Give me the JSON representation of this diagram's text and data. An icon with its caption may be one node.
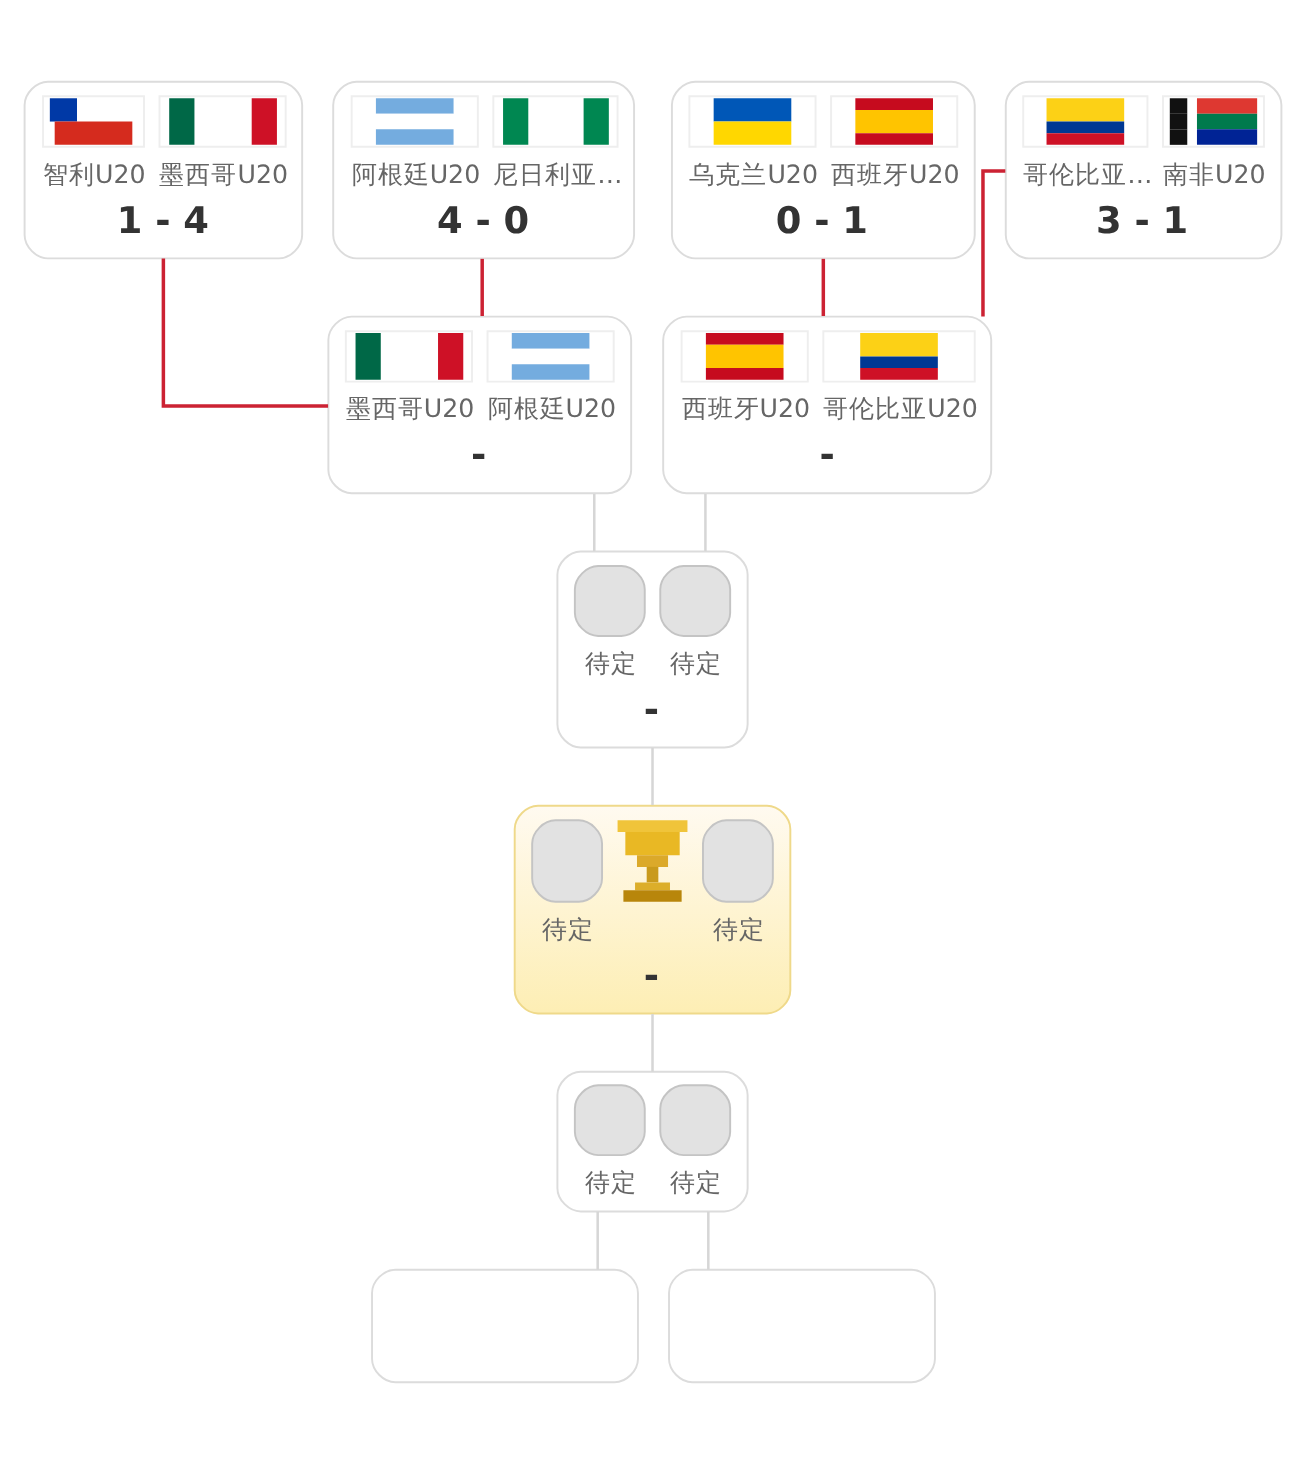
{
  "diagram": {
    "nodes": [
      {
        "text": [
          "智利U20",
          "墨西哥U20",
          "1 - 4"
        ]
      },
      {
        "text": [
          "阿根廷U20",
          "尼日利亚…",
          "4 - 0"
        ]
      },
      {
        "text": [
          "乌克兰U20",
          "西班牙U20",
          "0 - 1"
        ]
      },
      {
        "text": [
          "哥伦比亚…",
          "南非U20",
          "3 - 1"
        ]
      },
      {
        "text": [
          "墨西哥U20",
          "阿根廷U20",
          "-"
        ]
      },
      {
        "text": [
          "西班牙U20",
          "哥伦比亚U20",
          "-"
        ]
      },
      {
        "text": [
          "待定",
          "待定",
          "-"
        ]
      },
      {
        "text": [
          "待定",
          "待定",
          "-"
        ]
      },
      {
        "text": [
          "待定",
          "待定"
        ]
      },
      {
        "text": [],
        "shape": "box"
      },
      {
        "text": [],
        "shape": "box"
      }
    ],
    "edges": [
      {
        "from": 0,
        "to": 4,
        "arrow": "none",
        "color": "#cc2233"
      },
      {
        "from": 1,
        "to": 4,
        "arrow": "none",
        "color": "#cc2233"
      },
      {
        "from": 2,
        "to": 5,
        "arrow": "none",
        "color": "#cc2233"
      },
      {
        "from": 3,
        "to": 5,
        "arrow": "none",
        "color": "#cc2233"
      },
      {
        "from": 4,
        "to": 6,
        "arrow": "none"
      },
      {
        "from": 5,
        "to": 6,
        "arrow": "none"
      },
      {
        "from": 6,
        "to": 7,
        "arrow": "none"
      },
      {
        "from": 7,
        "to": 8,
        "arrow": "none"
      },
      {
        "from": 8,
        "to": 9,
        "arrow": "none"
      },
      {
        "from": 8,
        "to": 10,
        "arrow": "none"
      }
    ]
  }
}
